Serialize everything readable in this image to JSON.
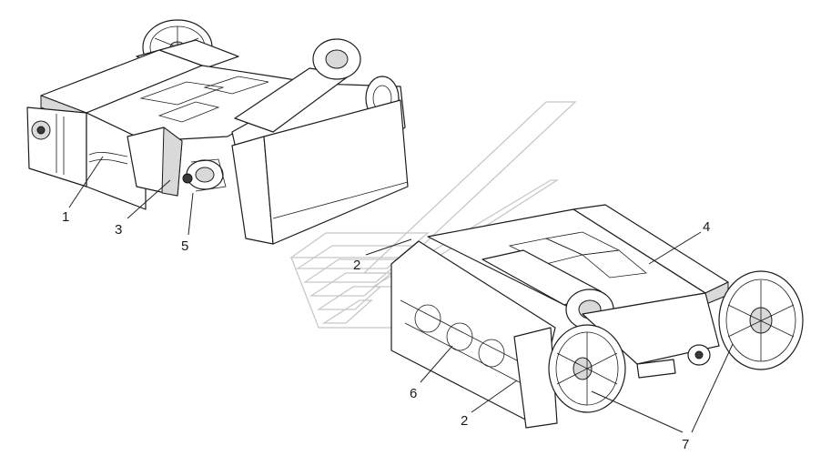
{
  "callouts": [
    {
      "id": "c1",
      "text": "1"
    },
    {
      "id": "c3",
      "text": "3"
    },
    {
      "id": "c5",
      "text": "5"
    },
    {
      "id": "c2a",
      "text": "2"
    },
    {
      "id": "c4",
      "text": "4"
    },
    {
      "id": "c6",
      "text": "6"
    },
    {
      "id": "c2b",
      "text": "2"
    },
    {
      "id": "c7",
      "text": "7"
    }
  ],
  "colors": {
    "line": "#1d1d1d",
    "shade": "#d9d9d9",
    "watermark": "#c8c8c8"
  }
}
